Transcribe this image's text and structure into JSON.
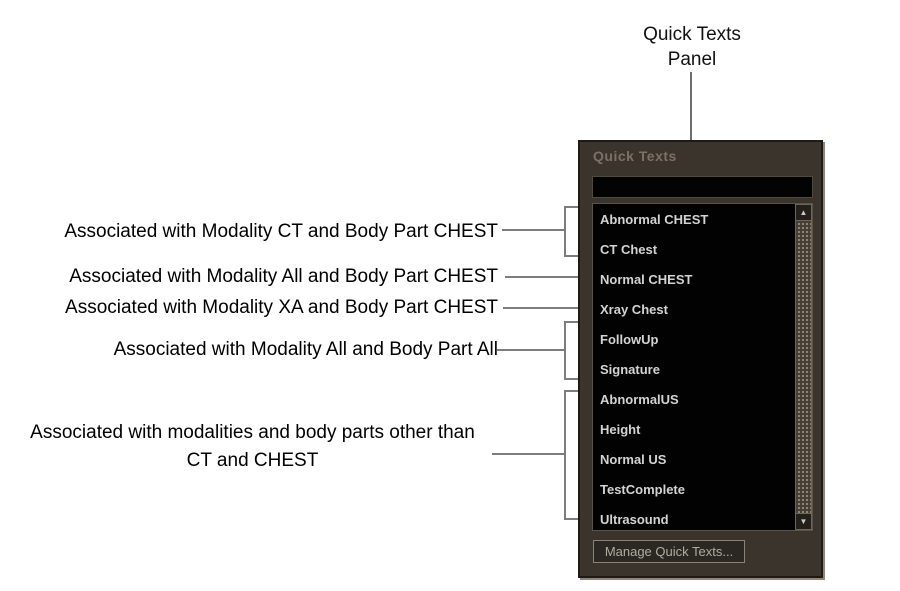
{
  "callout": {
    "line1": "Quick Texts",
    "line2": "Panel"
  },
  "annotations": [
    {
      "label": "Associated with Modality CT and Body Part CHEST"
    },
    {
      "label": "Associated with Modality All and Body Part CHEST"
    },
    {
      "label": "Associated with Modality XA and Body Part CHEST"
    },
    {
      "label": "Associated with Modality All and Body Part All"
    },
    {
      "label": "Associated with modalities and body parts other than CT and CHEST",
      "line1": "Associated with modalities and body parts other than",
      "line2": "CT and CHEST"
    }
  ],
  "panel": {
    "title": "Quick Texts",
    "search": {
      "value": "",
      "placeholder": ""
    },
    "items": [
      "Abnormal CHEST",
      "CT Chest",
      "Normal CHEST",
      "Xray Chest",
      "FollowUp",
      "Signature",
      "AbnormalUS",
      "Height",
      "Normal US",
      "TestComplete",
      "Ultrasound"
    ],
    "scrollbar": {
      "up_icon": "▲",
      "down_icon": "▼"
    },
    "manage_button_label": "Manage Quick Texts..."
  },
  "colors": {
    "panel_bg": "#3b342c",
    "panel_border": "#1f1a15",
    "panel_bevel_light": "#8d8577",
    "panel_title_text": "#7a7264",
    "list_bg": "#020202",
    "item_text": "#d3d3d3",
    "button_bg": "#2b2722",
    "button_text": "#b2aca0",
    "connector_line": "#7d7d7d",
    "annotation_text": "#000000"
  }
}
